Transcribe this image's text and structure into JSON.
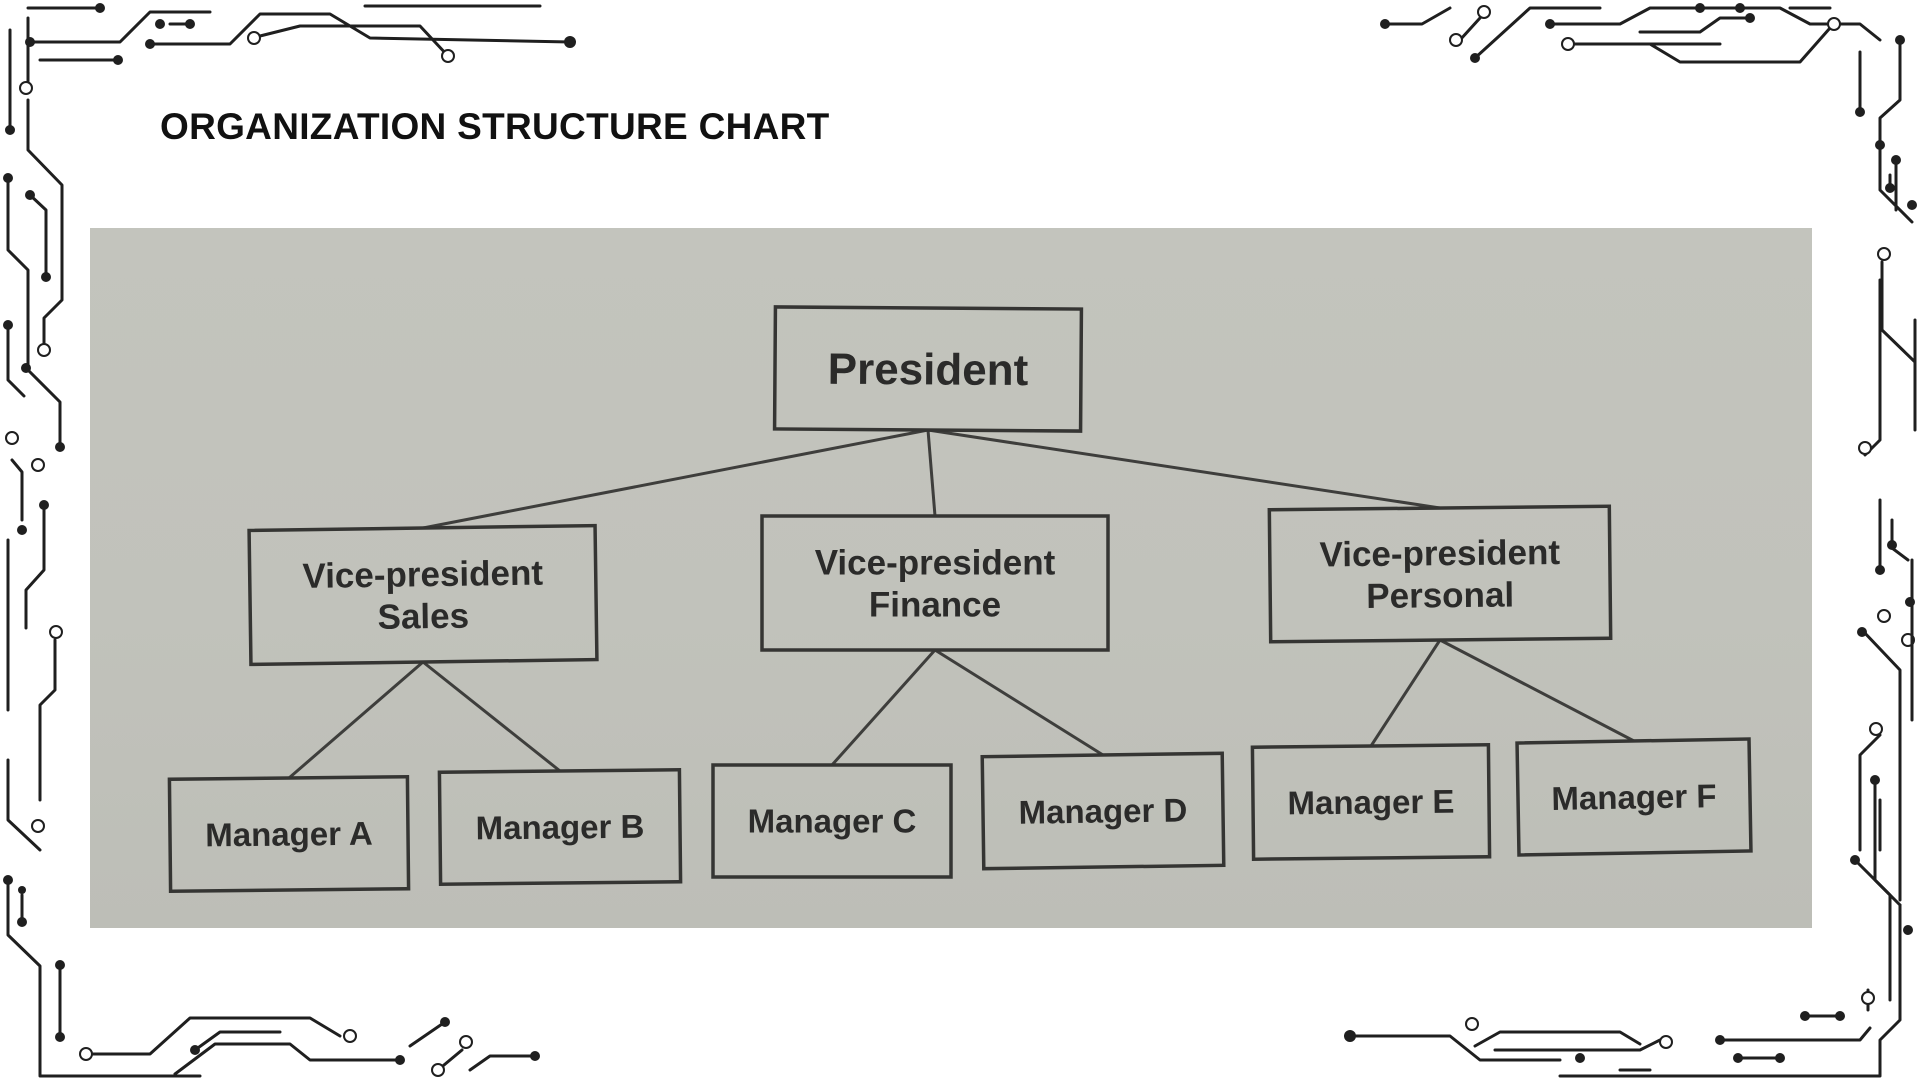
{
  "page": {
    "title": "ORGANIZATION STRUCTURE CHART"
  },
  "org_chart": {
    "root": {
      "id": "president",
      "lines": [
        "President"
      ]
    },
    "level2": [
      {
        "id": "vp-sales",
        "lines": [
          "Vice-president",
          "Sales"
        ],
        "reports_to": "president"
      },
      {
        "id": "vp-finance",
        "lines": [
          "Vice-president",
          "Finance"
        ],
        "reports_to": "president"
      },
      {
        "id": "vp-personal",
        "lines": [
          "Vice-president",
          "Personal"
        ],
        "reports_to": "president"
      }
    ],
    "level3": [
      {
        "id": "manager-a",
        "lines": [
          "Manager A"
        ],
        "reports_to": "vp-sales"
      },
      {
        "id": "manager-b",
        "lines": [
          "Manager B"
        ],
        "reports_to": "vp-sales"
      },
      {
        "id": "manager-c",
        "lines": [
          "Manager C"
        ],
        "reports_to": "vp-finance"
      },
      {
        "id": "manager-d",
        "lines": [
          "Manager D"
        ],
        "reports_to": "vp-finance"
      },
      {
        "id": "manager-e",
        "lines": [
          "Manager E"
        ],
        "reports_to": "vp-personal"
      },
      {
        "id": "manager-f",
        "lines": [
          "Manager F"
        ],
        "reports_to": "vp-personal"
      }
    ]
  },
  "colors": {
    "trace": "#1f1f1f",
    "photo_background": "#c2c3bc",
    "ink": "#2b2b2a"
  }
}
